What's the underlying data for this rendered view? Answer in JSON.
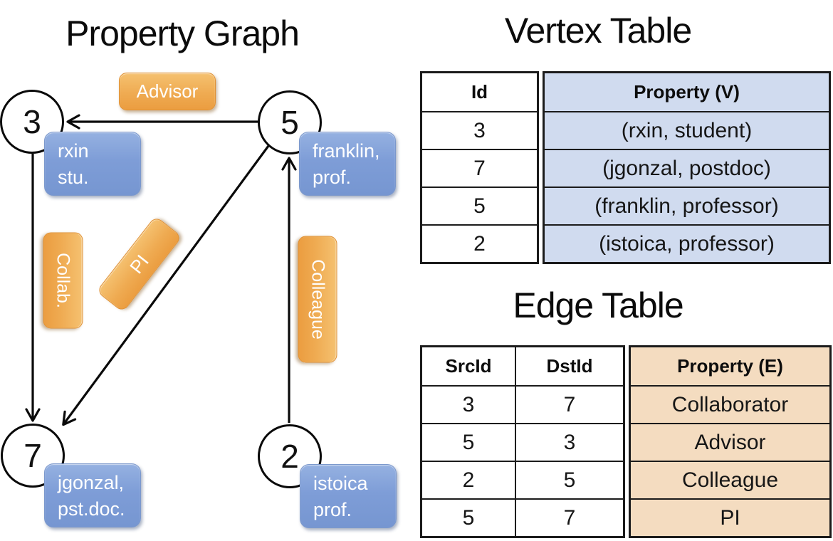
{
  "graph": {
    "title": "Property Graph",
    "nodes": [
      {
        "id": "3",
        "property_line1": "rxin",
        "property_line2": "stu."
      },
      {
        "id": "5",
        "property_line1": "franklin,",
        "property_line2": "prof."
      },
      {
        "id": "7",
        "property_line1": "jgonzal,",
        "property_line2": "pst.doc."
      },
      {
        "id": "2",
        "property_line1": "istoica",
        "property_line2": "prof."
      }
    ],
    "edge_labels": [
      {
        "text": "Advisor",
        "from": "5",
        "to": "3"
      },
      {
        "text": "Collab.",
        "from": "3",
        "to": "7"
      },
      {
        "text": "PI",
        "from": "5",
        "to": "7"
      },
      {
        "text": "Colleague",
        "from": "2",
        "to": "5"
      }
    ]
  },
  "vertex_table": {
    "title": "Vertex Table",
    "headers": {
      "id": "Id",
      "property": "Property (V)"
    },
    "rows": [
      {
        "id": "3",
        "property": "(rxin, student)"
      },
      {
        "id": "7",
        "property": "(jgonzal, postdoc)"
      },
      {
        "id": "5",
        "property": "(franklin, professor)"
      },
      {
        "id": "2",
        "property": "(istoica, professor)"
      }
    ]
  },
  "edge_table": {
    "title": "Edge Table",
    "headers": {
      "src": "SrcId",
      "dst": "DstId",
      "property": "Property (E)"
    },
    "rows": [
      {
        "src": "3",
        "dst": "7",
        "property": "Collaborator"
      },
      {
        "src": "5",
        "dst": "3",
        "property": "Advisor"
      },
      {
        "src": "2",
        "dst": "5",
        "property": "Colleague"
      },
      {
        "src": "5",
        "dst": "7",
        "property": "PI"
      }
    ]
  },
  "colors": {
    "edge_label_orange": "#EFA952",
    "node_property_blue": "#7E9DD7",
    "vertex_table_cell": "#D0DBEF",
    "edge_table_cell": "#F4DCC0",
    "line_black": "#0A0A0A"
  }
}
